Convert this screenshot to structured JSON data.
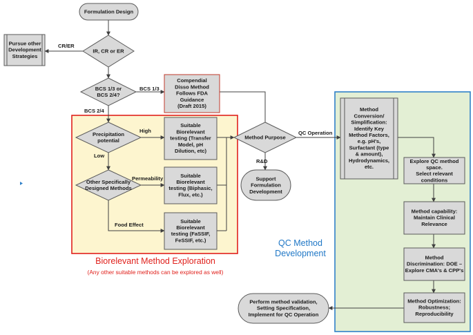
{
  "nodes": {
    "formulation_design": [
      "Formulation Design"
    ],
    "pursue_other": [
      "Pursue other",
      "Development",
      "Strategies"
    ],
    "ir_cr_er": [
      "IR, CR or ER"
    ],
    "bcs_decision": [
      "BCS 1/3 or",
      "BCS 2/4?"
    ],
    "compendial": [
      "Compendial",
      "Disso Method",
      "Follows FDA",
      "Guidance",
      "(Draft 2015)"
    ],
    "precipitation": [
      "Precipitation",
      "potential"
    ],
    "transfer_model": [
      "Suitable",
      "Biorelevant",
      "testing (Transfer",
      "Model, pH",
      "Dilution, etc)"
    ],
    "other_methods": [
      "Other Specifically",
      "Designed Methods"
    ],
    "biphasic": [
      "Suitable",
      "Biorelevant",
      "testing (Biphasic,",
      "Flux, etc.)"
    ],
    "fassif": [
      "Suitable",
      "Biorelevant",
      "testing (FaSSIF,",
      "FeSSIF, etc.)"
    ],
    "method_purpose": [
      "Method Purpose"
    ],
    "support_formulation": [
      "Support",
      "Formulation",
      "Development"
    ],
    "method_conversion": [
      "Method",
      "Conversion/",
      "Simplification:",
      "Identify Key",
      "Method Factors,",
      "e.g. pH's,",
      "Surfactant (type",
      "& amount),",
      "Hydrodynamics,",
      "etc."
    ],
    "explore_qc": [
      "Explore QC method",
      "space.",
      "Select relevant",
      "conditions"
    ],
    "method_capability": [
      "Method  capability:",
      "Maintain Clinical",
      "Relevance"
    ],
    "method_discrimination": [
      "Method",
      "Discrimination: DOE –",
      "Explore CMA's & CPP's"
    ],
    "method_optimization": [
      "Method Optimization:",
      "Robustness;",
      "Reproducibility"
    ],
    "validation": [
      "Perform method validation,",
      "Setting Specification,",
      "Implement for QC Operation"
    ]
  },
  "edge_labels": {
    "cr_er": "CR/ER",
    "bcs_13": "BCS 1/3",
    "bcs_24": "BCS 2/4",
    "high": "High",
    "low": "Low",
    "permeability": "Permeability",
    "food_effect": "Food Effect",
    "qc_operation": "QC Operation",
    "rd": "R&D"
  },
  "regions": {
    "biorelevant_title": "Biorelevant Method Exploration",
    "biorelevant_subtitle": "(Any other suitable methods can be explored as well)",
    "qc_title_line1": "QC Method",
    "qc_title_line2": "Development"
  },
  "colors": {
    "node_fill": "#d9d9d9",
    "node_stroke": "#595959",
    "edge": "#404040",
    "biorelevant_region_fill": "#fdf5cf",
    "biorelevant_region_stroke": "#e0201b",
    "qc_region_fill": "#e3efd4",
    "qc_region_stroke": "#2f80c8",
    "red_text": "#e0201b",
    "blue_text": "#1f77c6",
    "compendial_border": "#c0392b"
  }
}
